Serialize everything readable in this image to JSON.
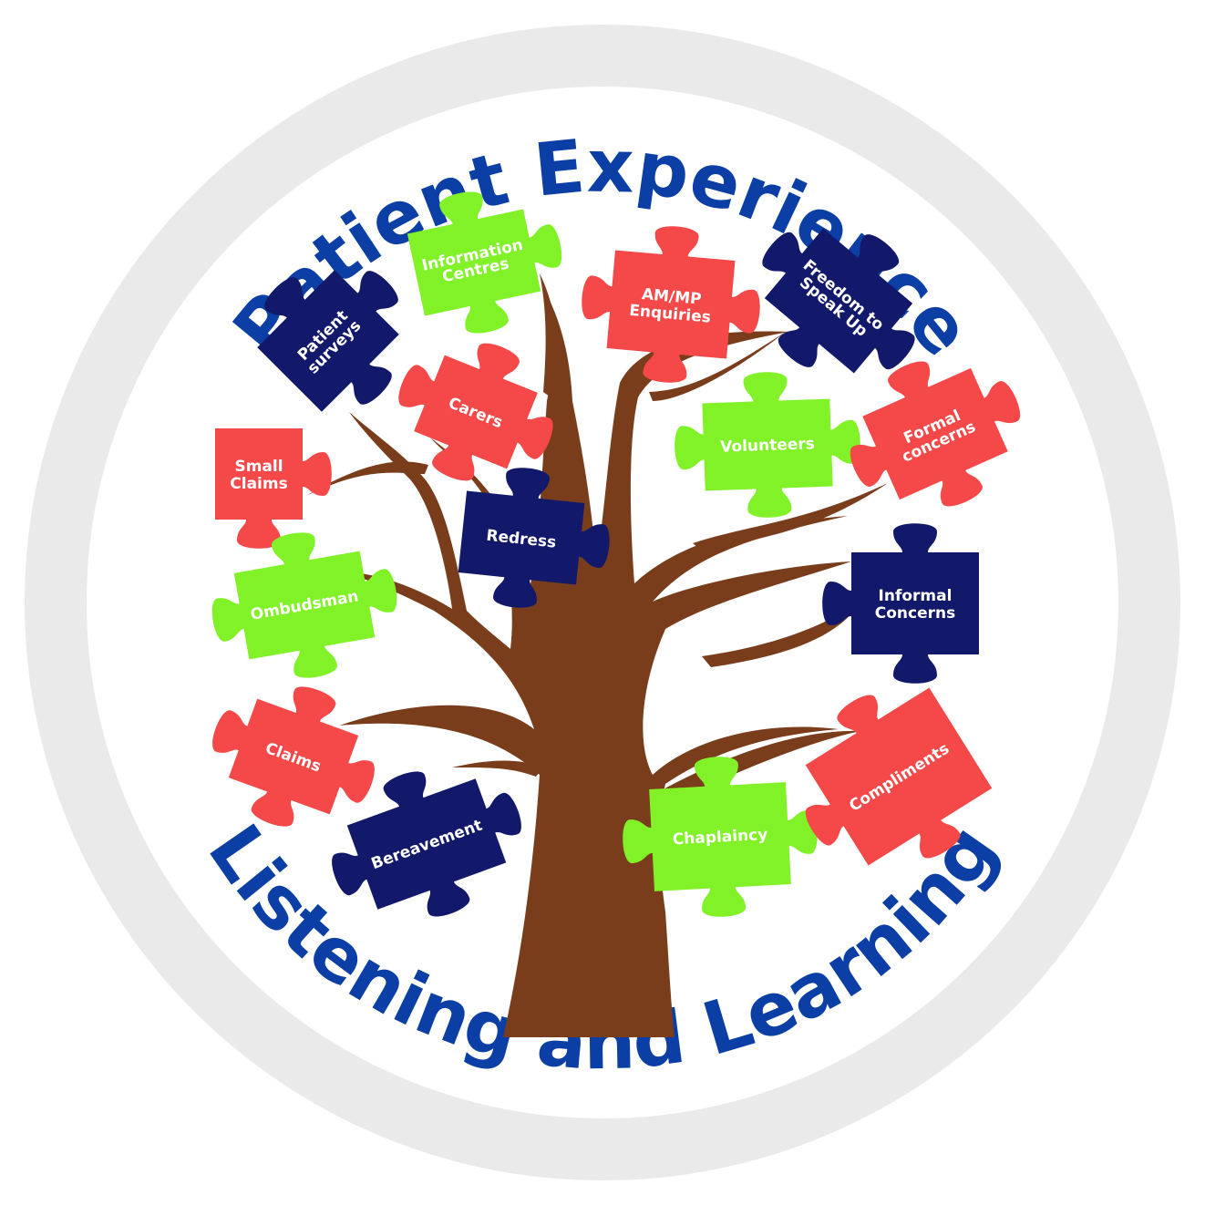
{
  "title_top": "Patient Experience",
  "title_bottom": "Listening and Learning",
  "colors": {
    "ring": "#eaeaeb",
    "title": "#0b3fa5",
    "trunk": "#7a3d1c",
    "navy": "#12196b",
    "lime": "#80f227",
    "coral": "#f54848"
  },
  "pieces": [
    {
      "id": "patient-surveys",
      "lines": [
        "Patient",
        "surveys"
      ],
      "color": "navy"
    },
    {
      "id": "information-centres",
      "lines": [
        "Information",
        "Centres"
      ],
      "color": "lime"
    },
    {
      "id": "am-mp-enquiries",
      "lines": [
        "AM/MP",
        "Enquiries"
      ],
      "color": "coral"
    },
    {
      "id": "freedom-to-speak-up",
      "lines": [
        "Freedom to",
        "Speak Up"
      ],
      "color": "navy"
    },
    {
      "id": "small-claims",
      "lines": [
        "Small",
        "Claims"
      ],
      "color": "coral"
    },
    {
      "id": "carers",
      "lines": [
        "Carers"
      ],
      "color": "coral"
    },
    {
      "id": "volunteers",
      "lines": [
        "Volunteers"
      ],
      "color": "lime"
    },
    {
      "id": "formal-concerns",
      "lines": [
        "Formal",
        "concerns"
      ],
      "color": "coral"
    },
    {
      "id": "redress",
      "lines": [
        "Redress"
      ],
      "color": "navy"
    },
    {
      "id": "ombudsman",
      "lines": [
        "Ombudsman"
      ],
      "color": "lime"
    },
    {
      "id": "informal-concerns",
      "lines": [
        "Informal",
        "Concerns"
      ],
      "color": "navy"
    },
    {
      "id": "claims",
      "lines": [
        "Claims"
      ],
      "color": "coral"
    },
    {
      "id": "bereavement",
      "lines": [
        "Bereavement"
      ],
      "color": "navy"
    },
    {
      "id": "chaplaincy",
      "lines": [
        "Chaplaincy"
      ],
      "color": "lime"
    },
    {
      "id": "compliments",
      "lines": [
        "Compliments"
      ],
      "color": "coral"
    }
  ]
}
